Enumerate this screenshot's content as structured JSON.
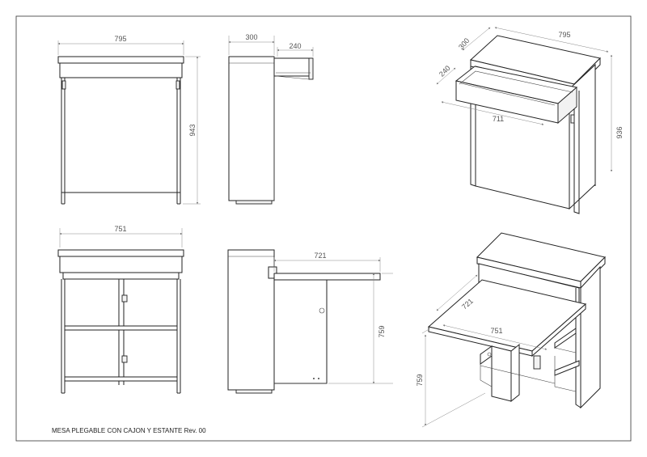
{
  "title": "MESA PLEGABLE CON CAJON Y ESTANTE Rev. 00",
  "dimensions": {
    "front_width": "795",
    "front_height": "943",
    "side_depth": "300",
    "drawer_extension": "240",
    "iso_depth": "300",
    "iso_width": "795",
    "iso_drawer_depth": "240",
    "iso_drawer_width": "711",
    "iso_height": "936",
    "front_open_width": "751",
    "side_open_depth": "721",
    "side_open_height": "759",
    "iso_open_depth": "721",
    "iso_open_width": "751",
    "iso_open_height": "759"
  }
}
